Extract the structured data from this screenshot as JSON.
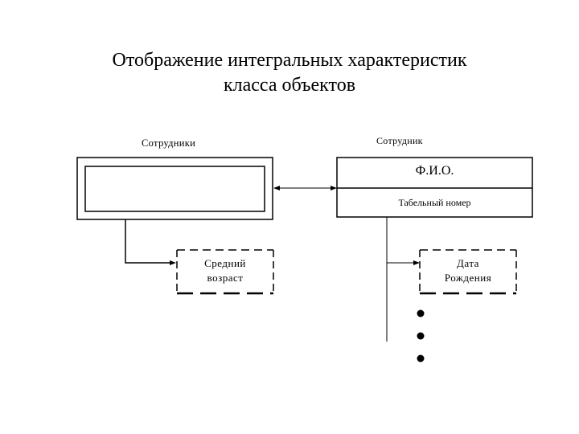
{
  "title": {
    "line1": "Отображение интегральных характеристик",
    "line2": "класса объектов"
  },
  "left_entity": {
    "name": "Сотрудники",
    "attribute": "Средний возраст",
    "attribute_line1": "Средний",
    "attribute_line2": "возраст"
  },
  "right_entity": {
    "name": "Сотрудник",
    "field1": "Ф.И.О.",
    "field2": "Табельный номер",
    "attribute": "Дата Рождения",
    "attribute_line1": "Дата",
    "attribute_line2": "Рождения"
  },
  "colors": {
    "line": "#000000",
    "background": "#ffffff"
  }
}
